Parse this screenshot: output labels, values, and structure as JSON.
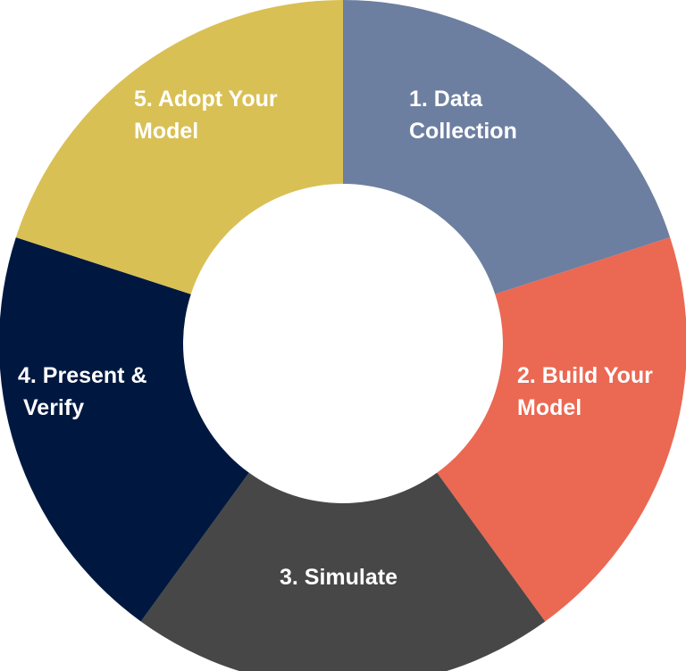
{
  "colors": {
    "segment_1": "#6d7fa0",
    "segment_2": "#eb6853",
    "segment_3": "#474747",
    "segment_4": "#001840",
    "segment_5": "#d9c055",
    "center": "#ffffff"
  },
  "segments": [
    {
      "line1": "1. Data",
      "line2": "Collection"
    },
    {
      "line1": "2. Build Your",
      "line2": "Model"
    },
    {
      "line1": "3. Simulate",
      "line2": ""
    },
    {
      "line1": "4. Present &",
      "line2": "Verify"
    },
    {
      "line1": "5. Adopt Your",
      "line2": "Model"
    }
  ]
}
